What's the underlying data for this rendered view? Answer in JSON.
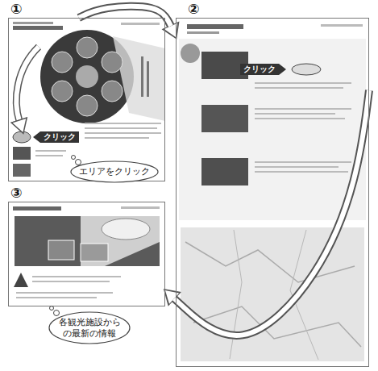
{
  "diagram": {
    "nodes": [
      {
        "text": [
          "①"
        ]
      },
      {
        "text": [
          "エリアをクリック"
        ],
        "in": 0
      },
      {
        "text": [
          "②"
        ]
      },
      {
        "text": [
          "③"
        ]
      },
      {
        "text": [
          "各観光施設からの最新の情報"
        ]
      }
    ],
    "edges": [
      {
        "from": 0,
        "to": 2,
        "arrow": "to"
      },
      {
        "from": 2,
        "to": 3,
        "arrow": "to"
      }
    ],
    "labels": [
      "クリック",
      "クリック"
    ]
  }
}
